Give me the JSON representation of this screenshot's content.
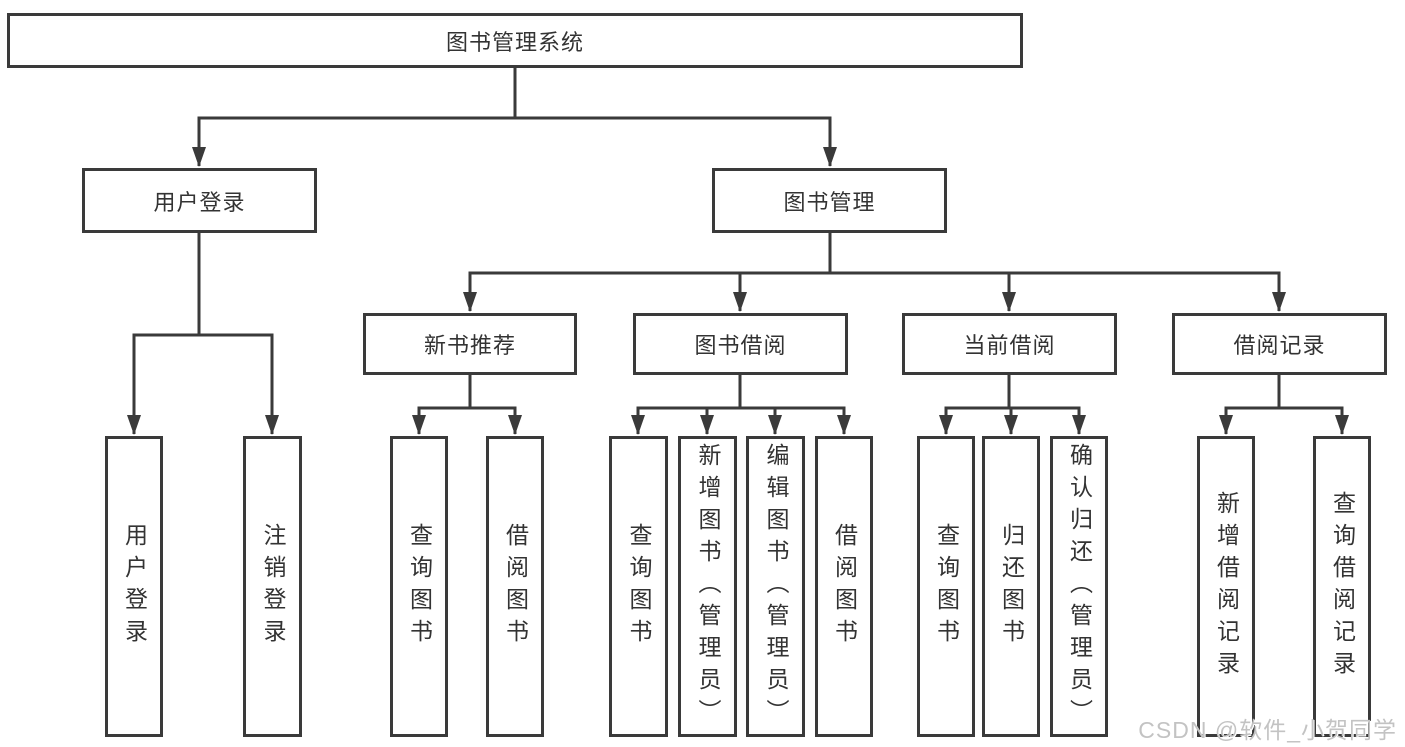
{
  "diagram": {
    "title": "图书管理系统",
    "type": "hierarchy-tree",
    "colors": {
      "line": "#3a3a3a",
      "box_border": "#3a3a3a",
      "box_background": "#ffffff",
      "text": "#333333",
      "watermark": "#c3c3c3"
    }
  },
  "tree": {
    "label": "图书管理系统",
    "children": [
      {
        "label": "用户登录",
        "children": [
          {
            "label": "用户登录"
          },
          {
            "label": "注销登录"
          }
        ]
      },
      {
        "label": "图书管理",
        "children": [
          {
            "label": "新书推荐",
            "children": [
              {
                "label": "查询图书"
              },
              {
                "label": "借阅图书"
              }
            ]
          },
          {
            "label": "图书借阅",
            "children": [
              {
                "label": "查询图书"
              },
              {
                "label": "新增图书（管理员）"
              },
              {
                "label": "编辑图书（管理员）"
              },
              {
                "label": "借阅图书"
              }
            ]
          },
          {
            "label": "当前借阅",
            "children": [
              {
                "label": "查询图书"
              },
              {
                "label": "归还图书"
              },
              {
                "label": "确认归还（管理员）"
              }
            ]
          },
          {
            "label": "借阅记录",
            "children": [
              {
                "label": "新增借阅记录"
              },
              {
                "label": "查询借阅记录"
              }
            ]
          }
        ]
      }
    ]
  },
  "watermark": "CSDN @软件_小贺同学"
}
